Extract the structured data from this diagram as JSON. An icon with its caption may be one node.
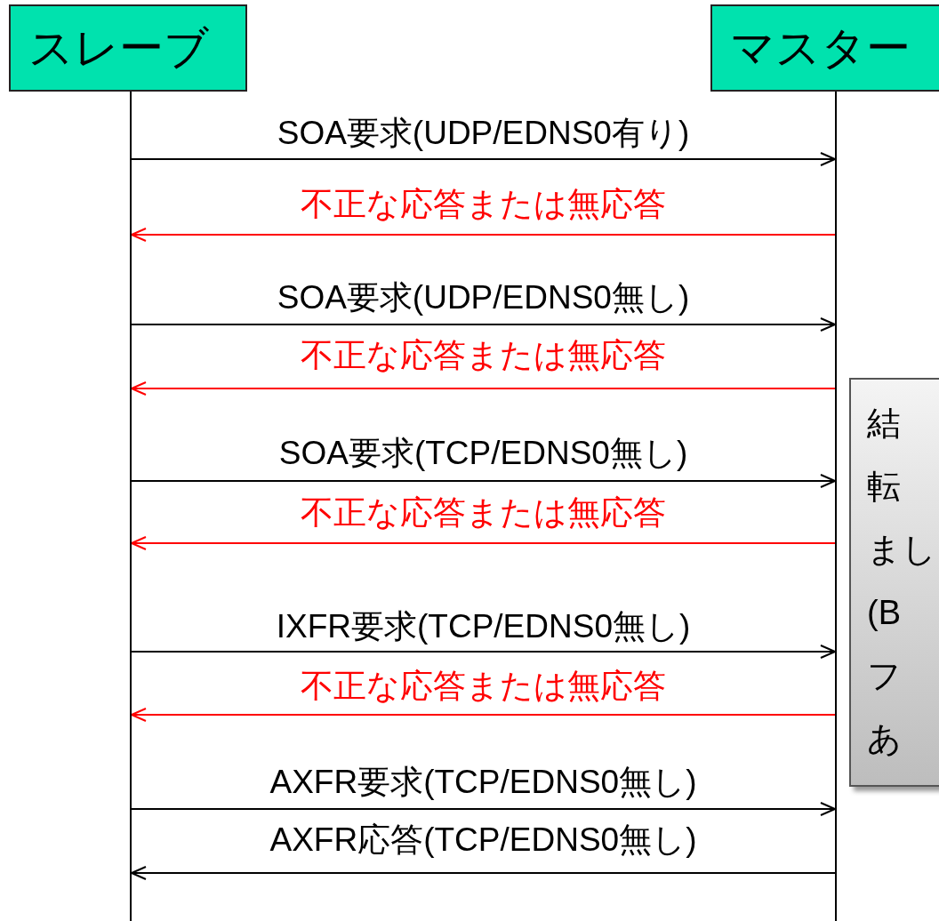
{
  "diagram": {
    "nodes": [
      {
        "text": [
          "スレーブ"
        ]
      },
      {
        "text": [
          "マスター"
        ]
      },
      {
        "text": [],
        "shape": "line"
      },
      {
        "text": [],
        "shape": "line"
      },
      {
        "text": [
          "結",
          "転",
          "まし",
          "(B",
          "フ",
          "あ"
        ]
      }
    ],
    "edges": [
      {
        "from": 2,
        "to": 3,
        "arrow": "to",
        "label": "SOA要求(UDP/EDNS0有り)"
      },
      {
        "from": 3,
        "to": 2,
        "arrow": "to",
        "label": "不正な応答または無応答",
        "color": "#ff0000"
      },
      {
        "from": 2,
        "to": 3,
        "arrow": "to",
        "label": "SOA要求(UDP/EDNS0無し)"
      },
      {
        "from": 3,
        "to": 2,
        "arrow": "to",
        "label": "不正な応答または無応答",
        "color": "#ff0000"
      },
      {
        "from": 2,
        "to": 3,
        "arrow": "to",
        "label": "SOA要求(TCP/EDNS0無し)"
      },
      {
        "from": 3,
        "to": 2,
        "arrow": "to",
        "label": "不正な応答または無応答",
        "color": "#ff0000"
      },
      {
        "from": 2,
        "to": 3,
        "arrow": "to",
        "label": "IXFR要求(TCP/EDNS0無し)"
      },
      {
        "from": 3,
        "to": 2,
        "arrow": "to",
        "label": "不正な応答または無応答",
        "color": "#ff0000"
      },
      {
        "from": 2,
        "to": 3,
        "arrow": "to",
        "label": "AXFR要求(TCP/EDNS0無し)"
      },
      {
        "from": 3,
        "to": 2,
        "arrow": "to",
        "label": "AXFR応答(TCP/EDNS0無し)"
      }
    ]
  }
}
